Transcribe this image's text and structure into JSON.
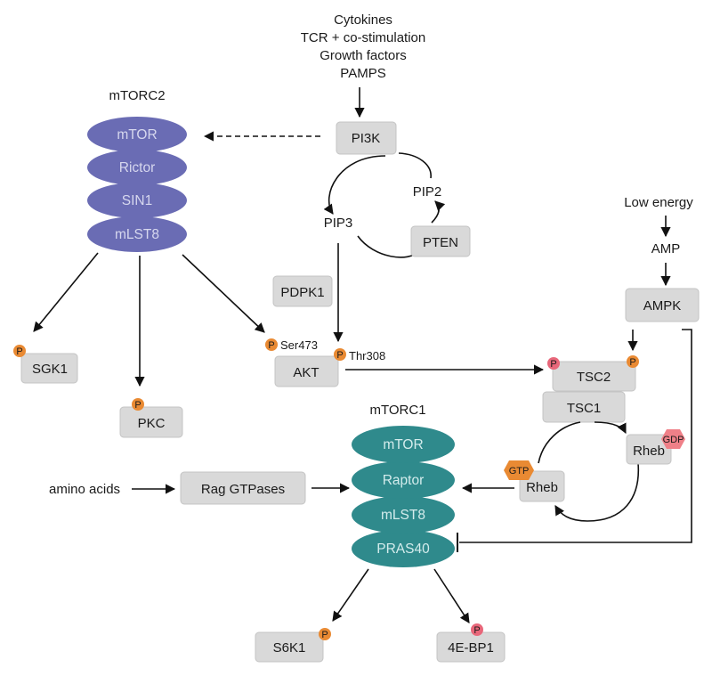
{
  "inputs": {
    "line1": "Cytokines",
    "line2": "TCR + co-stimulation",
    "line3": "Growth factors",
    "line4": "PAMPS"
  },
  "mtorc2": {
    "title": "mTORC2",
    "subunits": [
      "mTOR",
      "Rictor",
      "SIN1",
      "mLST8"
    ],
    "color": "#6a6cb4"
  },
  "mtorc1": {
    "title": "mTORC1",
    "subunits": [
      "mTOR",
      "Raptor",
      "mLST8",
      "PRAS40"
    ],
    "color": "#2f8a8c"
  },
  "nodes": {
    "pi3k": "PI3K",
    "pip2": "PIP2",
    "pip3": "PIP3",
    "pten": "PTEN",
    "pdpk1": "PDPK1",
    "akt": "AKT",
    "ser473": "Ser473",
    "thr308": "Thr308",
    "sgk1": "SGK1",
    "pkc": "PKC",
    "low_energy": "Low energy",
    "amp": "AMP",
    "ampk": "AMPK",
    "tsc2": "TSC2",
    "tsc1": "TSC1",
    "rheb_gdp": "Rheb",
    "rheb_gtp": "Rheb",
    "gdp": "GDP",
    "gtp": "GTP",
    "amino_acids": "amino acids",
    "rag": "Rag GTPases",
    "s6k1": "S6K1",
    "fourebp1": "4E-BP1",
    "p": "P"
  },
  "colors": {
    "box_fill": "#d9d9d9",
    "phospho_orange": "#e98a33",
    "phospho_red": "#e8677a",
    "gdp_hex": "#ef8088",
    "gtp_hex": "#e98a33"
  }
}
